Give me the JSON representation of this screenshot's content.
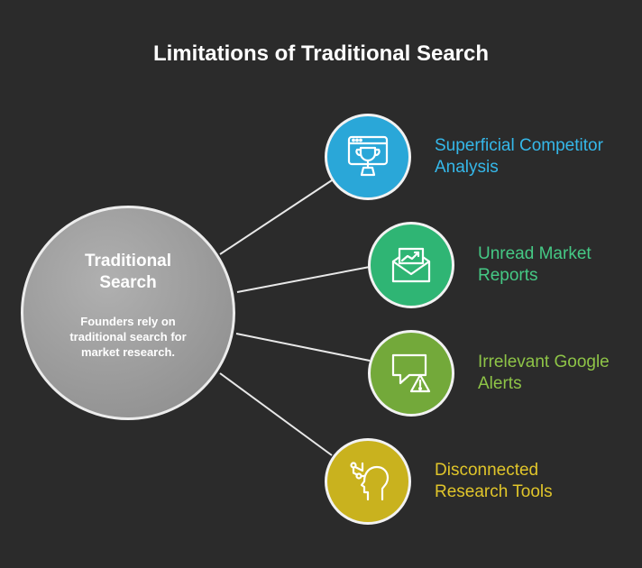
{
  "title": "Limitations of Traditional Search",
  "hub": {
    "title": "Traditional Search",
    "description": "Founders rely on traditional search for market research."
  },
  "items": [
    {
      "label": "Superficial Competitor Analysis",
      "icon": "trophy-dashboard-icon",
      "color": "#2aa7d8",
      "text_color": "#35b8ea"
    },
    {
      "label": "Unread Market Reports",
      "icon": "envelope-chart-icon",
      "color": "#2fb574",
      "text_color": "#45c985"
    },
    {
      "label": "Irrelevant Google Alerts",
      "icon": "chat-warning-icon",
      "color": "#73a93a",
      "text_color": "#8ec447"
    },
    {
      "label": "Disconnected Research Tools",
      "icon": "head-circuit-icon",
      "color": "#c9b21e",
      "text_color": "#e0c52a"
    }
  ]
}
